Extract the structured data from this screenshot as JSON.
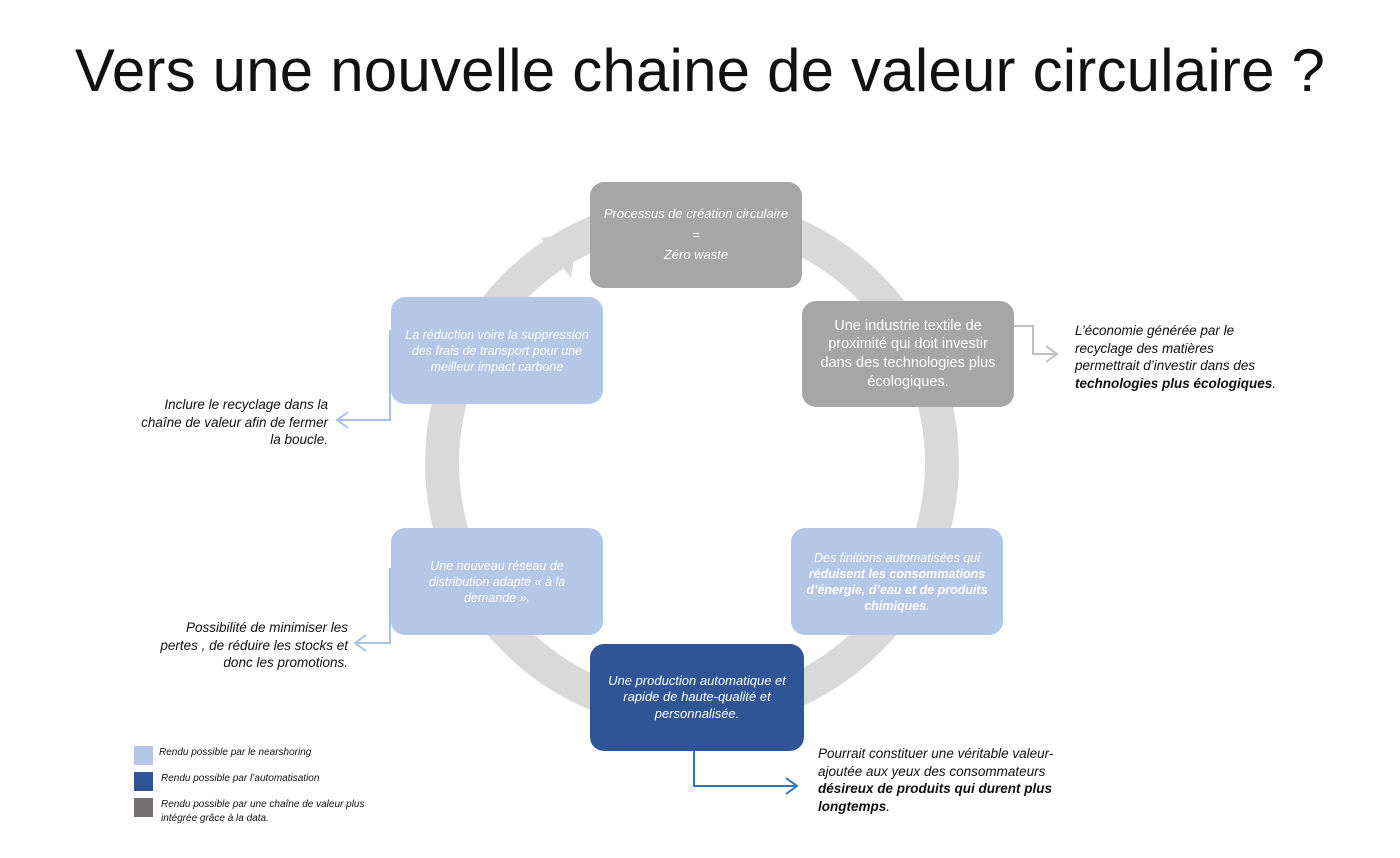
{
  "title": "Vers une nouvelle chaine de valeur circulaire ?",
  "colors": {
    "gray": "#a6a6a6",
    "light_blue": "#b4c7e7",
    "dark_blue": "#2f5597",
    "ring": "#d9d9d9",
    "legend_gray": "#767171"
  },
  "boxes": {
    "zero_waste": {
      "line1": "Processus de création circulaire",
      "line2": "=",
      "line3": "Zéro waste"
    },
    "industrie": {
      "text": "Une industrie textile de proximité qui doit investir dans des technologies plus écologiques."
    },
    "finitions": {
      "text_before": "Des finitions automatisées qui ",
      "text_bold": "réduisent les consommations d’énergie, d’eau et de produits chimiques",
      "text_after": "."
    },
    "production": {
      "text": "Une production automatique et rapide de haute-qualité et personnalisée."
    },
    "reseau": {
      "text": "Une nouveau réseau de distribution adapté « à la demande »."
    },
    "transport": {
      "text": "La réduction voire la suppression des frais de transport pour une meilleur impact carbone"
    }
  },
  "notes": {
    "economie": {
      "line1": "L’économie générée par le",
      "line2": "recyclage des matières",
      "line3": "permettrait d’investir dans des",
      "line4_bold": "technologies plus écologiques",
      "line4_after": "."
    },
    "recyclage": {
      "line1": "Inclure le recyclage dans la",
      "line2": "chaîne de valeur afin de fermer",
      "line3": "la boucle."
    },
    "pertes": {
      "line1": "Possibilité de minimiser les",
      "line2": "pertes , de réduire les stocks et",
      "line3": "donc les promotions."
    },
    "valeur": {
      "line1": "Pourrait constituer une véritable valeur-",
      "line2": "ajoutée aux yeux des consommateurs",
      "line3_bold": "désireux de produits qui durent plus",
      "line4_bold": "longtemps",
      "line4_after": "."
    }
  },
  "legend": [
    {
      "color": "#b4c7e7",
      "line1": "Rendu possible par le nearshoring",
      "line2": ""
    },
    {
      "color": "#2f5597",
      "line1": "Rendu possible par l’automatisation",
      "line2": ""
    },
    {
      "color": "#767171",
      "line1": "Rendu possible par une chaîne de valeur plus",
      "line2": "intégrée grâce à la data."
    }
  ]
}
